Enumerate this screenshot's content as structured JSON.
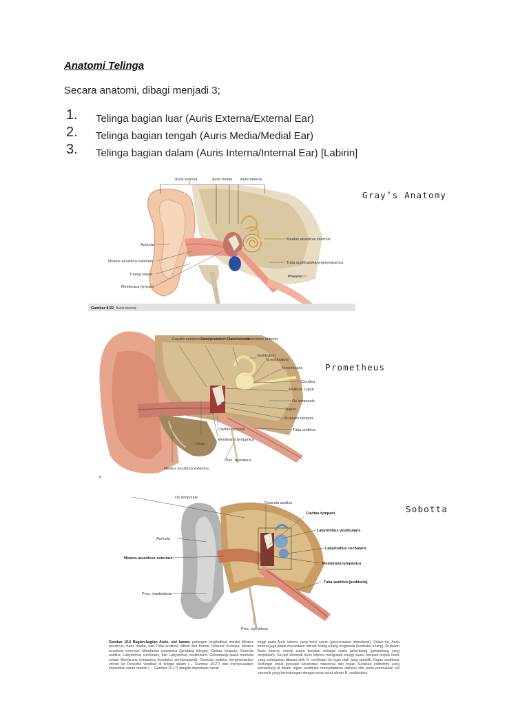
{
  "heading": "Anatomi Telinga",
  "intro": "Secara anatomi, dibagi menjadi 3;",
  "list": [
    {
      "num": "1.",
      "text": "Telinga bagian luar (Auris Externa/External Ear)"
    },
    {
      "num": "2.",
      "text": "Telinga bagian tengah (Auris Media/Medial Ear)"
    },
    {
      "num": "3.",
      "text": "Telinga bagian dalam (Auris Interna/Internal Ear) [Labirin]"
    }
  ],
  "figures": {
    "grays": {
      "source": "Gray’s Anatomy",
      "top_labels": [
        "Auris externa",
        "Auris media",
        "Auris interna"
      ],
      "left_labels": [
        "Auricula",
        "Meatus acusticus externus",
        "Tulang rawan",
        "Membrana tympani"
      ],
      "right_labels": [
        "Meatus acusticus internus",
        "Tuba auditiva/pharyngotympanica",
        "Pharynx"
      ],
      "caption_num": "Gambar 8.92",
      "caption_text": "Auris dextra."
    },
    "prometheus": {
      "source": "Prometheus",
      "top_labels": [
        "Canalis semicircularis posterior",
        "Canalis semicircularis lateralis",
        "Canalis semicircularis anterior"
      ],
      "right_labels": [
        "Vestibulum",
        "N.vestibularis",
        "N.cochlearis",
        "Cochlea",
        "Malleus, Caput",
        "Os temporale",
        "Stapes",
        "M.tensor tympani",
        "Tuba auditiva"
      ],
      "bottom_labels": [
        "Incus",
        "Cavitas tympani",
        "Membrana tympanica",
        "Proc. styloideus",
        "Meatus acusticus externus"
      ],
      "corner_mark": "a"
    },
    "sobotta": {
      "source": "Sobotta",
      "left_labels": [
        "Os temporale",
        "Auricula",
        "Meatus acusticus externus",
        "Proc. mastoideus"
      ],
      "right_labels": [
        "Ossicula auditus",
        "Cavitas tympani",
        "Labyrinthus vestibularis",
        "Labyrinthus cochlearis",
        "Membrana tympanica",
        "Tuba auditiva [auditoria]"
      ],
      "bottom_label": "Proc. styloideus",
      "caption_left_bold": "Gambar 10.6 Bagian-bagian Auris, sisi kanan;",
      "caption_left": "potongan longitudinal melalui Meatus acusticus, Auris media, dan Tuba auditiva; dilihat dari frontal. Ilustrasi: Auricula, Meatus acusticus externus, Membrana tympanica (gendang telinga), Cavitas tympani, Ossicula auditus, Labyrinthus cochlearis, dan Labyrinthus vestibularis. Gelombang suara memulai osilasi Membrana tympanica (konduksi aerotympanal). Ossicula auditus menghantarkan vibrasi ke Fenestra vestibuli di telinga dalam (→ Gambar 10.27) dan menyesuaikan impedansi udara rendah (→ Gambar 10.17) dengan impedansi cairan",
      "caption_right": "tinggi pada Auris interna yang terisi cairan (penyesuaian impedansi). Selain itu, Auris interna juga dapat merasakan vibrasi tulang-tulang tengkorak (konduksi tulang). Di dalam Auris interna, energi suara berjalan sebagai suatu gelombang (gelombang yang berpindah). Sel-sel sensorik Auris interna mengubah energi suara menjadi impuls listrik yang selanjutnya dibawa oleh N. cochlearis ke regio otak yang spesifik. Organ vestibular berfungsi untuk persepsi akselerasi rotasional dan linear. Gerakan endolimfe yang terkandung di dalam organ vestibular menyebabkan defleksi silia pada permukaan sel sensorik yang berhubungan dengan serat-serat aferen N. vestibularis."
    }
  }
}
